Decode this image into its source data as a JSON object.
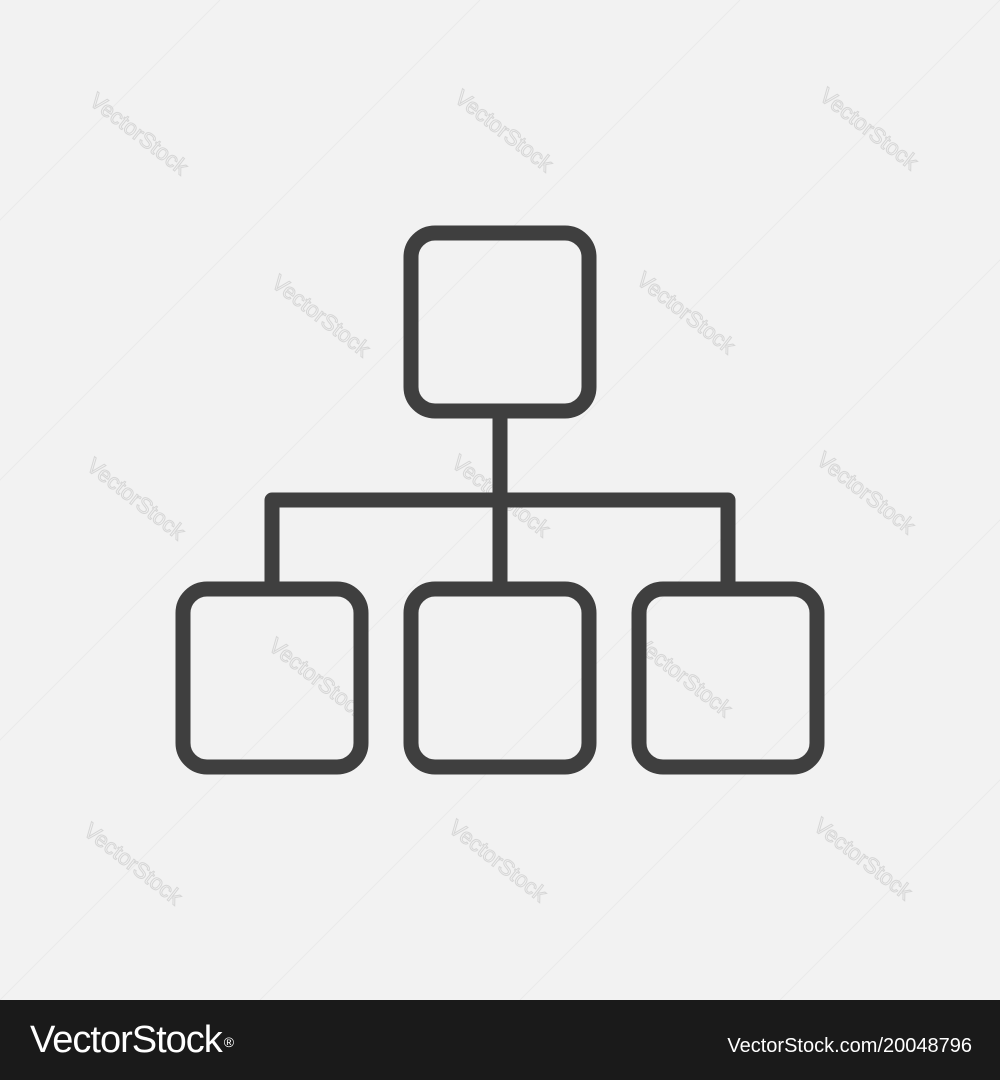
{
  "watermark": {
    "text": "VectorStock",
    "color": "#d6d6d6"
  },
  "icon": {
    "name": "hierarchy-structure-icon",
    "stroke_color": "#3f3f3f",
    "background": "#f2f2f2"
  },
  "footer": {
    "brand": "VectorStock",
    "registered_mark": "®",
    "url": "VectorStock.com/20048796",
    "background": "#1a1a1a",
    "text_color": "#ffffff"
  }
}
